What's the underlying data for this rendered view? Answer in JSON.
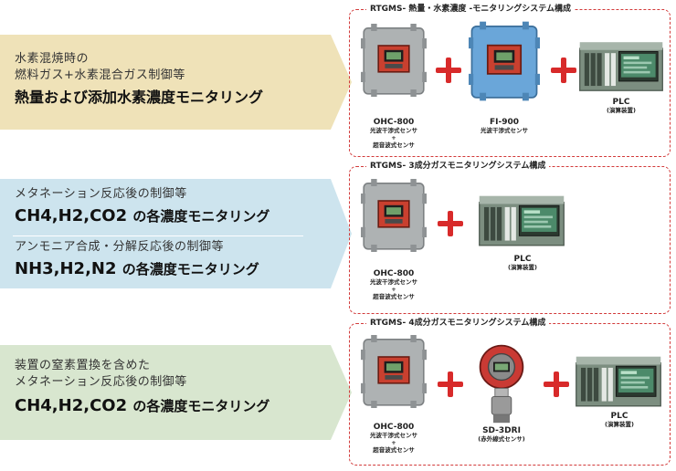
{
  "rows": [
    {
      "banner_color": "#efe2b8",
      "lines": [
        "水素混焼時の",
        "燃料ガス+水素混合ガス制御等"
      ],
      "headline": "熱量および添加水素濃度モニタリング",
      "panel_title": "RTGMS- 熱量・水素濃度 -モニタリングシステム構成",
      "devices": [
        {
          "name": "OHC-800",
          "sub": [
            "光波干渉式センサ",
            "+",
            "超音波式センサ"
          ],
          "icon": "explosion-proof-box-gray"
        },
        {
          "name": "FI-900",
          "sub": [
            "光波干渉式センサ"
          ],
          "icon": "explosion-proof-box-blue"
        },
        {
          "name": "PLC",
          "sub": [
            "(演算装置)"
          ],
          "icon": "plc-rack"
        }
      ]
    },
    {
      "banner_color": "#cde4ee",
      "lines": [
        "メタネーション反応後の制御等"
      ],
      "formula": "CH4,H2,CO2",
      "formula_suffix": "の各濃度モニタリング",
      "lines2": [
        "アンモニア合成・分解反応後の制御等"
      ],
      "formula2": "NH3,H2,N2",
      "formula2_suffix": "の各濃度モニタリング",
      "panel_title": "RTGMS- 3成分ガスモニタリングシステム構成",
      "devices": [
        {
          "name": "OHC-800",
          "sub": [
            "光波干渉式センサ",
            "+",
            "超音波式センサ"
          ],
          "icon": "explosion-proof-box-gray"
        },
        {
          "name": "PLC",
          "sub": [
            "(演算装置)"
          ],
          "icon": "plc-rack"
        }
      ]
    },
    {
      "banner_color": "#d8e6cf",
      "lines": [
        "装置の窒素置換を含めた",
        "メタネーション反応後の制御等"
      ],
      "formula": "CH4,H2,CO2",
      "formula_suffix": "の各濃度モニタリング",
      "panel_title": "RTGMS- 4成分ガスモニタリングシステム構成",
      "devices": [
        {
          "name": "OHC-800",
          "sub": [
            "光波干渉式センサ",
            "+",
            "超音波式センサ"
          ],
          "icon": "explosion-proof-box-gray"
        },
        {
          "name": "SD-3DRI",
          "sub": [
            "(赤外線式センサ)"
          ],
          "icon": "gas-detector"
        },
        {
          "name": "PLC",
          "sub": [
            "(演算装置)"
          ],
          "icon": "plc-rack"
        }
      ]
    }
  ]
}
